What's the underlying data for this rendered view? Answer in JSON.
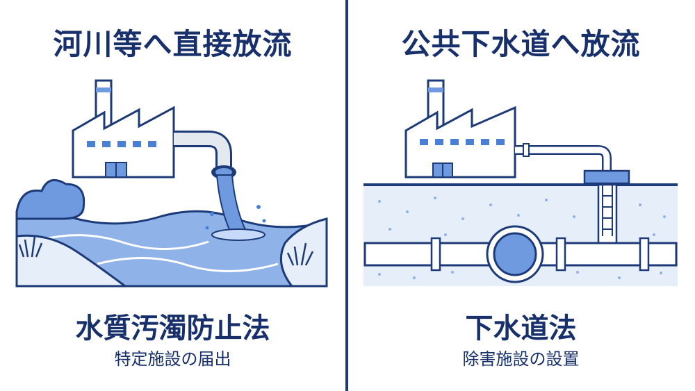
{
  "colors": {
    "navy": "#1c3a78",
    "water": "#8fb2e8",
    "water_light": "#c7dafa",
    "ground": "#e6eef9",
    "wall": "#ffffff"
  },
  "left": {
    "title": "河川等へ直接放流",
    "law": "水質汚濁防止法",
    "requirement": "特定施設の届出"
  },
  "right": {
    "title": "公共下水道へ放流",
    "law": "下水道法",
    "requirement": "除害施設の設置"
  }
}
